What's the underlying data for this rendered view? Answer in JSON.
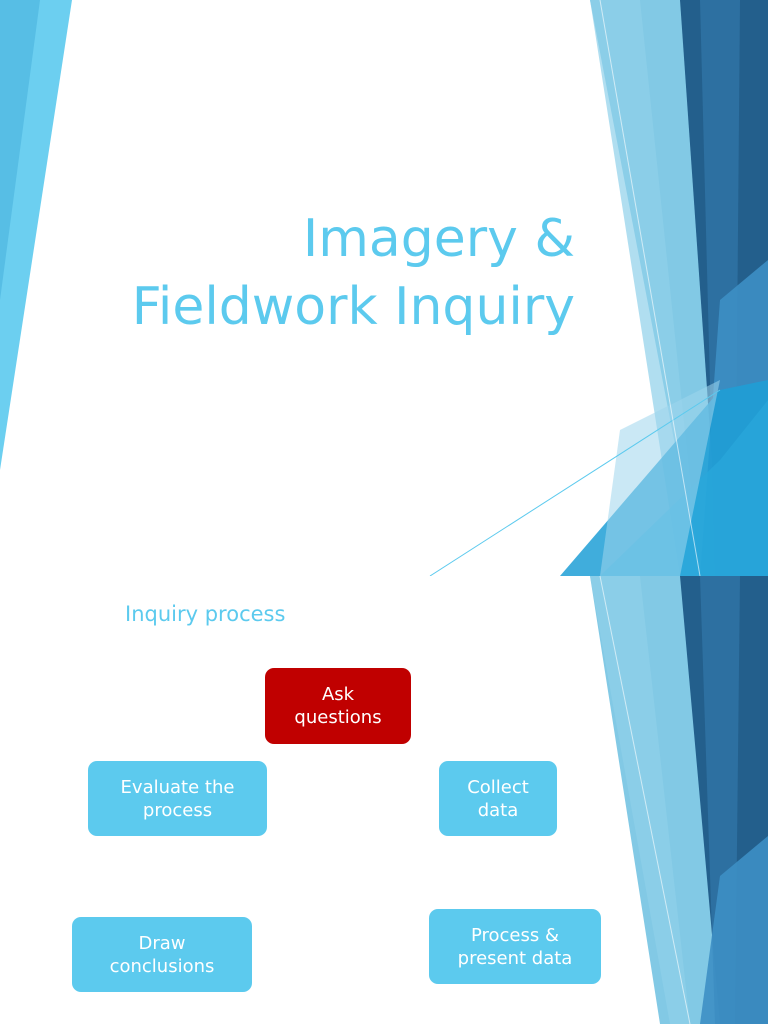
{
  "slide1": {
    "title_line1": "Imagery &",
    "title_line2": "Fieldwork Inquiry"
  },
  "slide2": {
    "subheading": "Inquiry process",
    "steps": {
      "ask": "Ask\nquestions",
      "collect": "Collect\ndata",
      "process": "Process &\npresent data",
      "draw": "Draw\nconclusions",
      "evaluate": "Evaluate the\nprocess"
    }
  },
  "colors": {
    "title_text": "#5ccaee",
    "step_fill": "#5ccaee",
    "active_step_fill": "#c00000",
    "dark_blue": "#235f8c",
    "mid_blue": "#3d8fc4",
    "light_blue": "#6cc0e0"
  }
}
